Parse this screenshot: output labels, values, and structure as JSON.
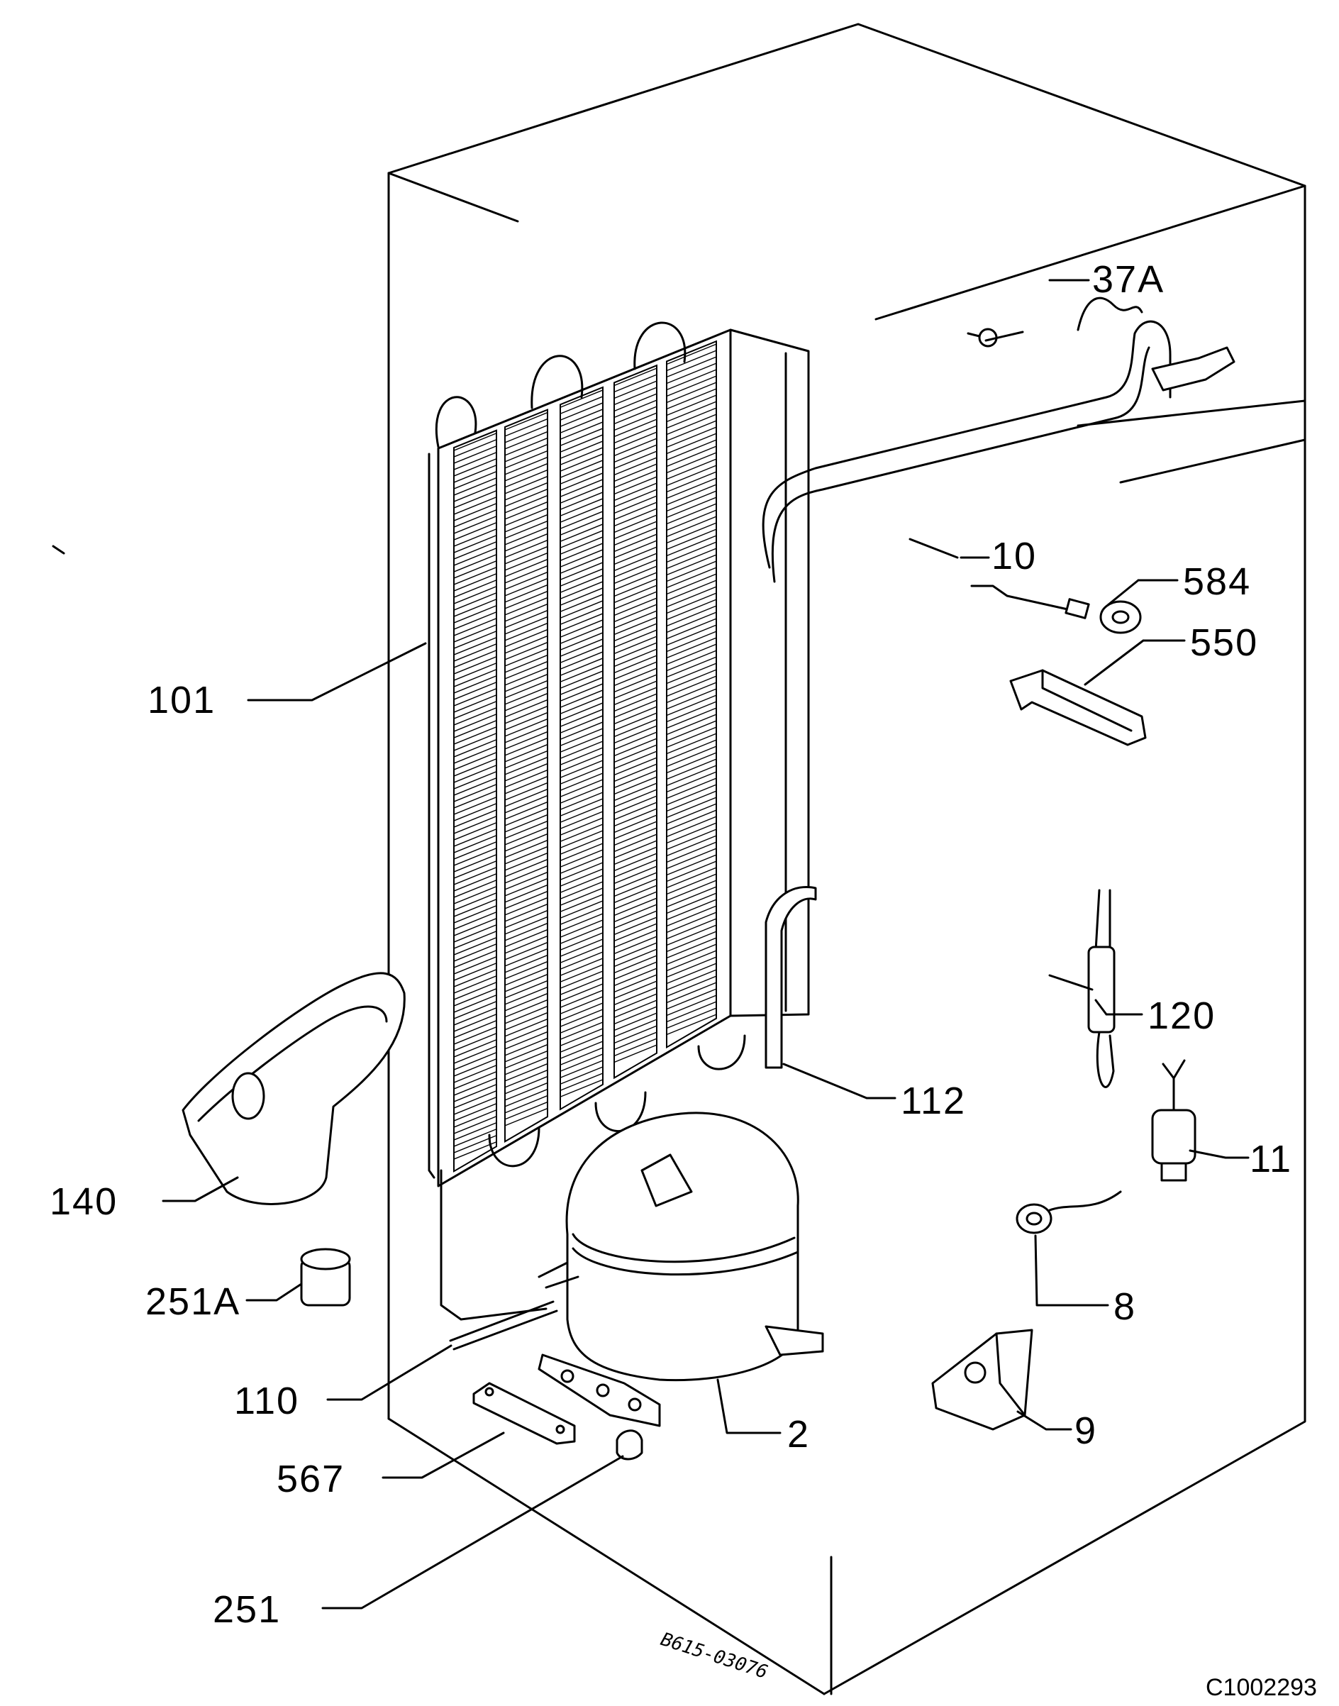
{
  "parts": {
    "p37A": "37A",
    "p10": "10",
    "p584": "584",
    "p550": "550",
    "p101": "101",
    "p120": "120",
    "p112": "112",
    "p11": "11",
    "p140": "140",
    "p8": "8",
    "p251A": "251A",
    "p110": "110",
    "p2": "2",
    "p9": "9",
    "p567": "567",
    "p251": "251"
  },
  "drawing_number": "C1002293",
  "handwritten_note": "B615-03076"
}
